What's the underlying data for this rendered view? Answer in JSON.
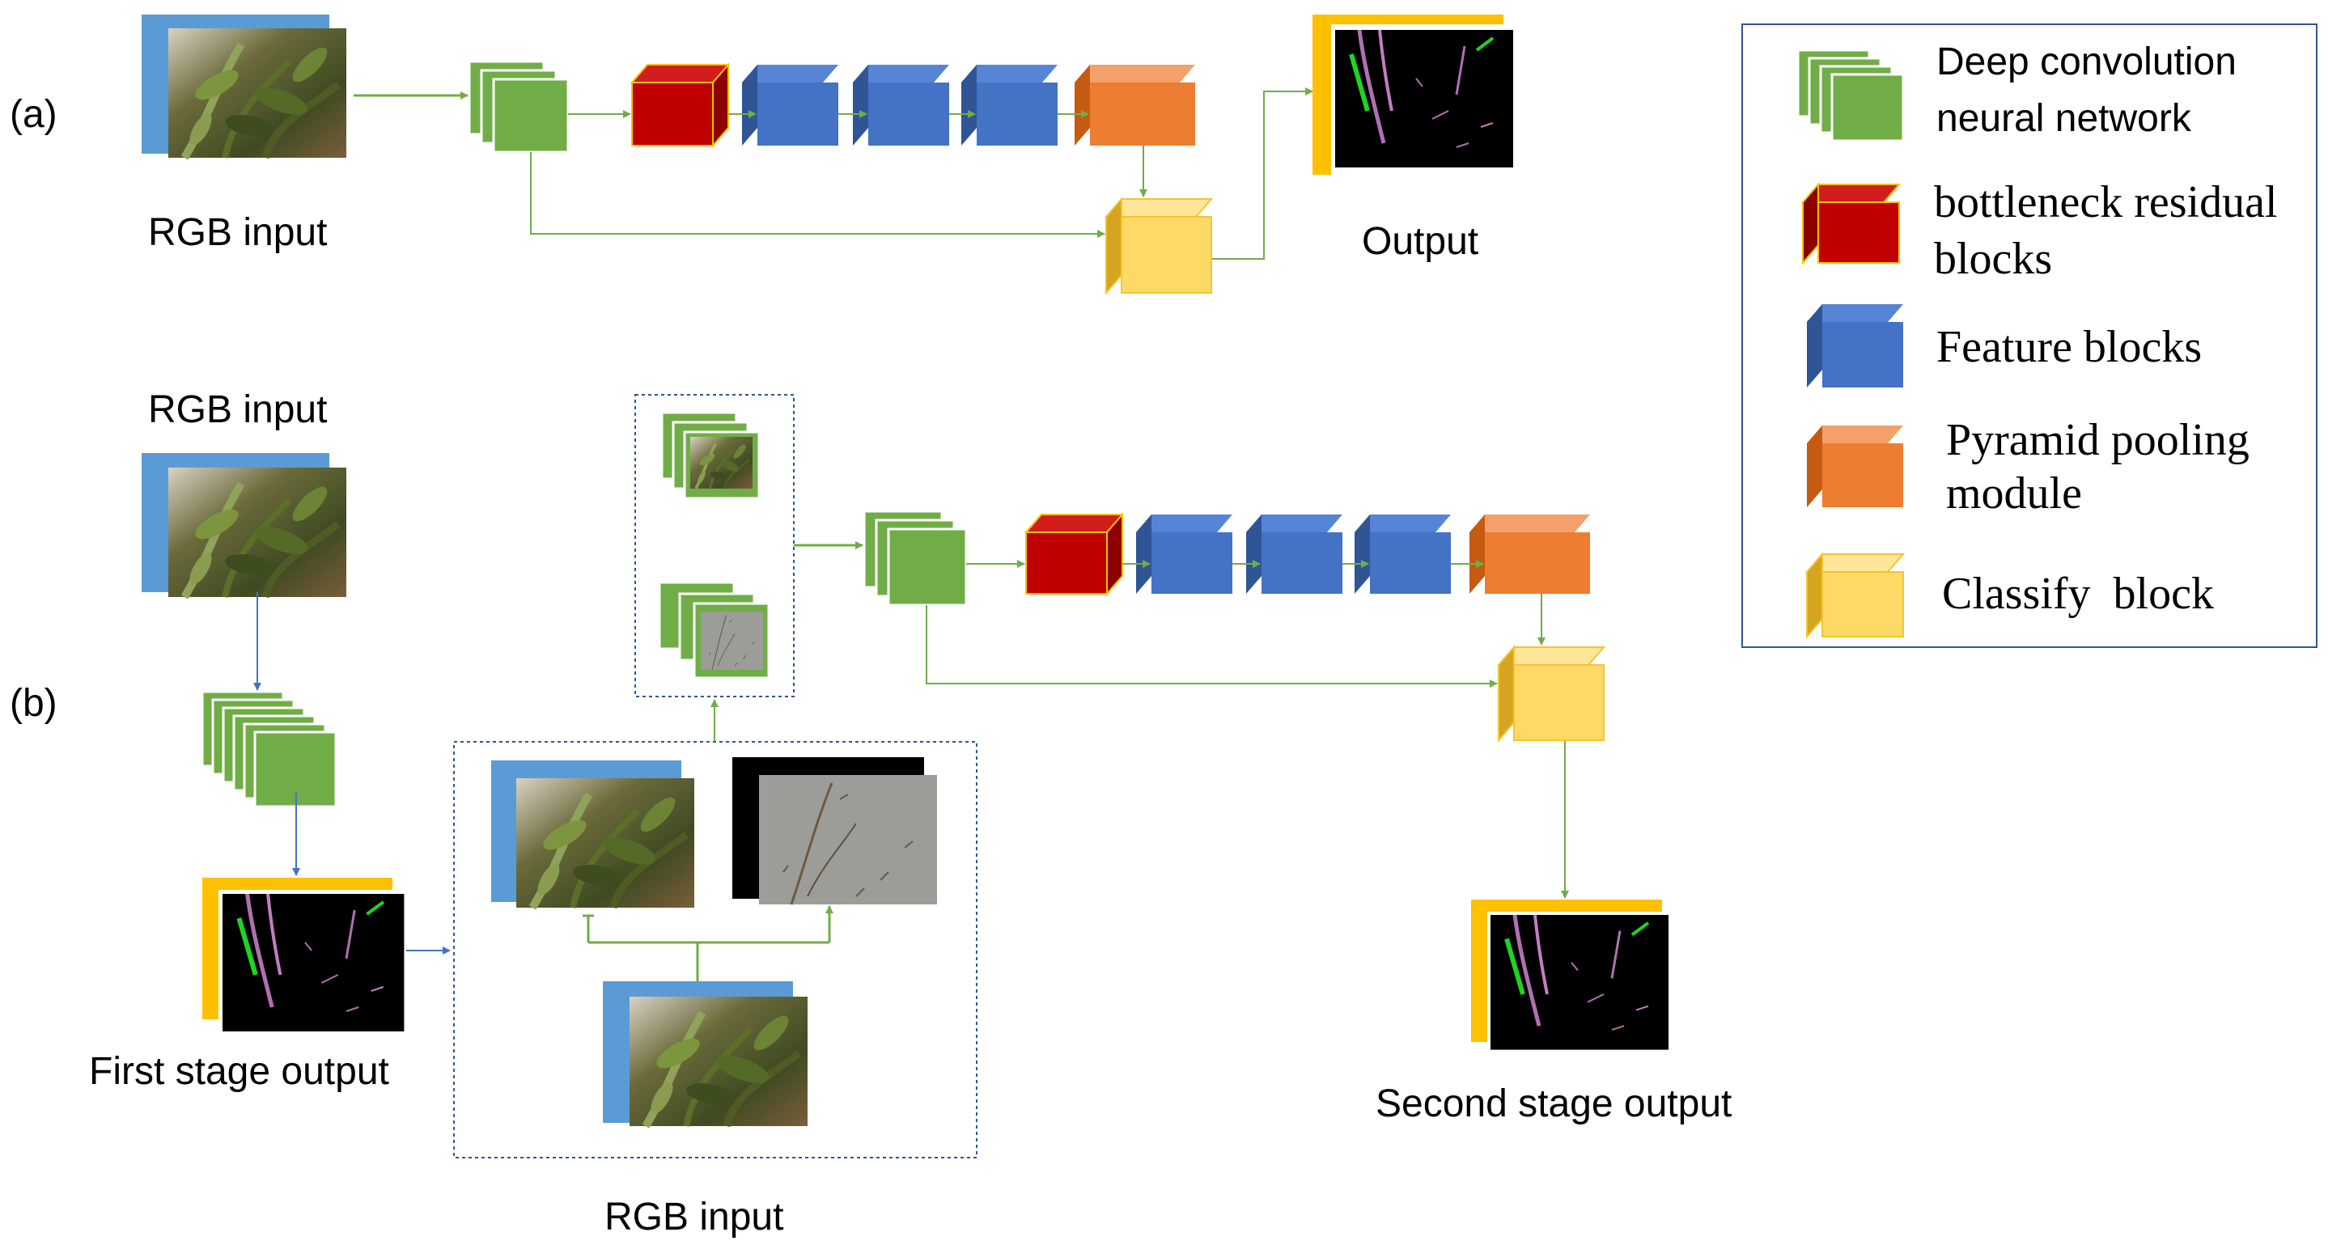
{
  "panel_a": {
    "label": "(a)",
    "rgb_input_label": "RGB input",
    "output_label": "Output"
  },
  "panel_b": {
    "label": "(b)",
    "rgb_input_top_label": "RGB input",
    "first_stage_label": "First stage output",
    "rgb_input_bottom_label": "RGB input",
    "second_stage_label": "Second stage output"
  },
  "legend": {
    "items": [
      {
        "line1": "Deep convolution",
        "line2": "neural network"
      },
      {
        "line1": "bottleneck residual",
        "line2": "blocks"
      },
      {
        "line1": "Feature blocks",
        "line2": ""
      },
      {
        "line1": "Pyramid pooling",
        "line2": "module"
      },
      {
        "line1": "Classify  block",
        "line2": ""
      }
    ]
  },
  "colors": {
    "dcnn_green": "#70ad47",
    "residual_red": "#c00000",
    "feature_blue": "#4472c4",
    "pyramid_orange": "#ed7d31",
    "classify_yellow": "#ffd966",
    "arrow_green": "#70ad47",
    "arrow_blue": "#4472c4",
    "frame_blue": "#5b9bd5",
    "frame_gold": "#ffc000",
    "legend_border": "#2f5597"
  }
}
